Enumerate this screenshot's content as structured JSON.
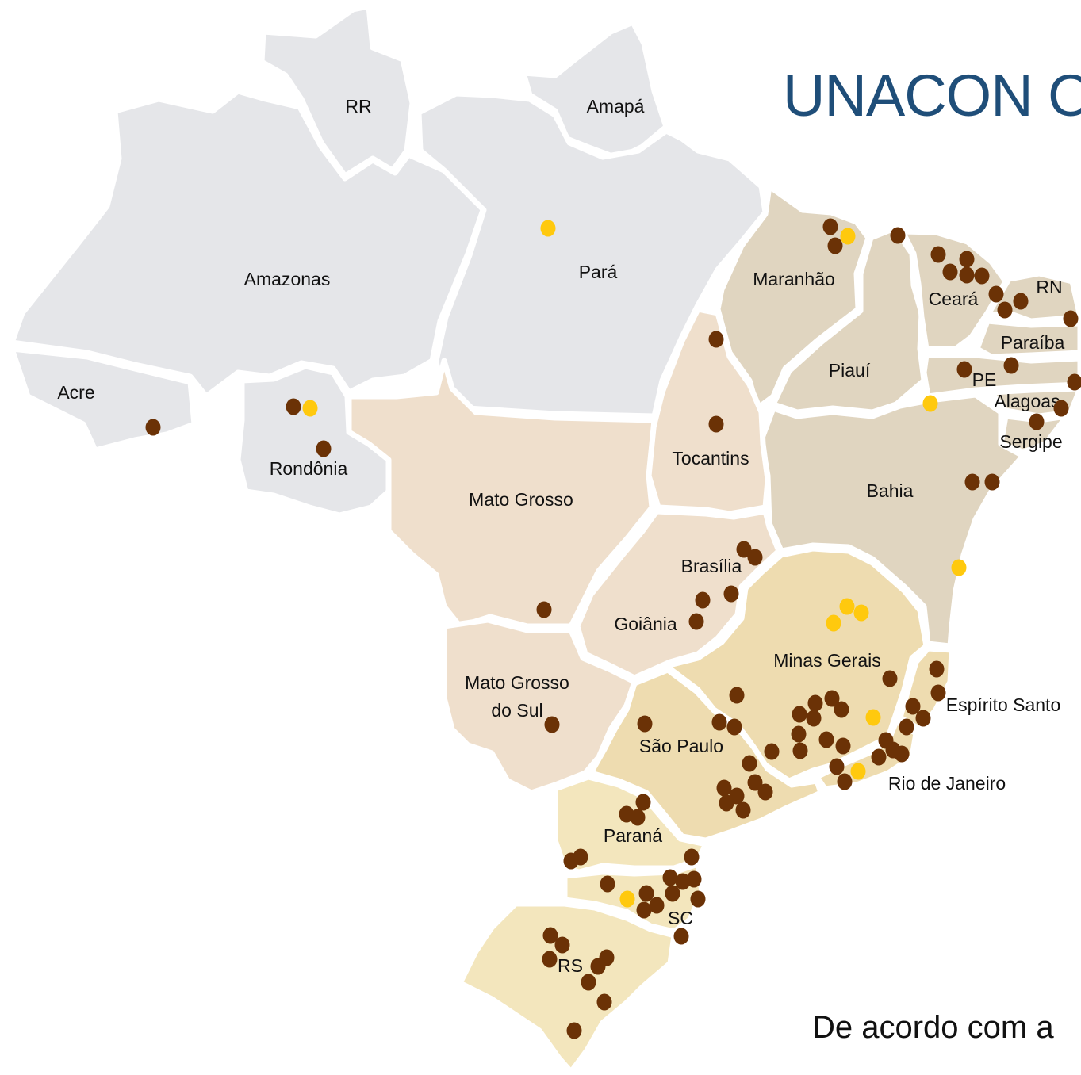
{
  "title": "UNACON O",
  "footer_text": "De acordo com a",
  "colors": {
    "region_north": "#e5e6e9",
    "region_northeast": "#e0d5c0",
    "region_center_west": "#efdfcc",
    "region_southeast": "#eedcb0",
    "region_south": "#f3e6bd",
    "marker_brown": "#6b3206",
    "marker_yellow": "#ffc90e",
    "title": "#1f4e79"
  },
  "labels": {
    "rr": "RR",
    "amapa": "Amapá",
    "amazonas": "Amazonas",
    "para": "Pará",
    "maranhao": "Maranhão",
    "ceara": "Ceará",
    "rn": "RN",
    "paraiba": "Paraíba",
    "piaui": "Piauí",
    "pe": "PE",
    "alagoas": "Alagoas",
    "sergipe": "Sergipe",
    "acre": "Acre",
    "rondonia": "Rondônia",
    "tocantins": "Tocantins",
    "bahia": "Bahia",
    "mato_grosso": "Mato Grosso",
    "brasilia": "Brasília",
    "goiania": "Goiânia",
    "minas_gerais": "Minas Gerais",
    "mato_grosso_do_sul_1": "Mato Grosso",
    "mato_grosso_do_sul_2": "do Sul",
    "espirito_santo": "Espírito Santo",
    "sao_paulo": "São Paulo",
    "rio_de_janeiro": "Rio de Janeiro",
    "parana": "Paraná",
    "sc": "SC",
    "rs": "RS"
  },
  "markers": [
    {
      "type": "yellow",
      "lon": 691,
      "lat": 288
    },
    {
      "type": "brown",
      "lon": 1047,
      "lat": 286
    },
    {
      "type": "yellow",
      "lon": 1069,
      "lat": 298
    },
    {
      "type": "brown",
      "lon": 1053,
      "lat": 310
    },
    {
      "type": "brown",
      "lon": 1132,
      "lat": 297
    },
    {
      "type": "brown",
      "lon": 1183,
      "lat": 321
    },
    {
      "type": "brown",
      "lon": 1219,
      "lat": 327
    },
    {
      "type": "brown",
      "lon": 1198,
      "lat": 343
    },
    {
      "type": "brown",
      "lon": 1219,
      "lat": 347
    },
    {
      "type": "brown",
      "lon": 1238,
      "lat": 348
    },
    {
      "type": "brown",
      "lon": 1256,
      "lat": 371
    },
    {
      "type": "brown",
      "lon": 1287,
      "lat": 380
    },
    {
      "type": "brown",
      "lon": 1267,
      "lat": 391
    },
    {
      "type": "brown",
      "lon": 1350,
      "lat": 402
    },
    {
      "type": "brown",
      "lon": 903,
      "lat": 428
    },
    {
      "type": "brown",
      "lon": 1216,
      "lat": 466
    },
    {
      "type": "brown",
      "lon": 1275,
      "lat": 461
    },
    {
      "type": "brown",
      "lon": 1355,
      "lat": 482
    },
    {
      "type": "yellow",
      "lon": 1173,
      "lat": 509
    },
    {
      "type": "brown",
      "lon": 1338,
      "lat": 515
    },
    {
      "type": "brown",
      "lon": 1307,
      "lat": 532
    },
    {
      "type": "brown",
      "lon": 193,
      "lat": 539
    },
    {
      "type": "brown",
      "lon": 370,
      "lat": 513
    },
    {
      "type": "yellow",
      "lon": 391,
      "lat": 515
    },
    {
      "type": "brown",
      "lon": 408,
      "lat": 566
    },
    {
      "type": "brown",
      "lon": 903,
      "lat": 535
    },
    {
      "type": "brown",
      "lon": 1226,
      "lat": 608
    },
    {
      "type": "brown",
      "lon": 1251,
      "lat": 608
    },
    {
      "type": "brown",
      "lon": 938,
      "lat": 693
    },
    {
      "type": "brown",
      "lon": 952,
      "lat": 703
    },
    {
      "type": "yellow",
      "lon": 1209,
      "lat": 716
    },
    {
      "type": "brown",
      "lon": 922,
      "lat": 749
    },
    {
      "type": "brown",
      "lon": 886,
      "lat": 757
    },
    {
      "type": "brown",
      "lon": 878,
      "lat": 784
    },
    {
      "type": "brown",
      "lon": 686,
      "lat": 769
    },
    {
      "type": "yellow",
      "lon": 1068,
      "lat": 765
    },
    {
      "type": "yellow",
      "lon": 1086,
      "lat": 773
    },
    {
      "type": "yellow",
      "lon": 1051,
      "lat": 786
    },
    {
      "type": "brown",
      "lon": 1181,
      "lat": 844
    },
    {
      "type": "brown",
      "lon": 1122,
      "lat": 856
    },
    {
      "type": "brown",
      "lon": 1183,
      "lat": 874
    },
    {
      "type": "brown",
      "lon": 929,
      "lat": 877
    },
    {
      "type": "brown",
      "lon": 1028,
      "lat": 887
    },
    {
      "type": "brown",
      "lon": 1049,
      "lat": 881
    },
    {
      "type": "brown",
      "lon": 1061,
      "lat": 895
    },
    {
      "type": "brown",
      "lon": 1151,
      "lat": 891
    },
    {
      "type": "brown",
      "lon": 1164,
      "lat": 906
    },
    {
      "type": "brown",
      "lon": 1008,
      "lat": 901
    },
    {
      "type": "brown",
      "lon": 1026,
      "lat": 906
    },
    {
      "type": "yellow",
      "lon": 1101,
      "lat": 905
    },
    {
      "type": "brown",
      "lon": 813,
      "lat": 913
    },
    {
      "type": "brown",
      "lon": 907,
      "lat": 911
    },
    {
      "type": "brown",
      "lon": 926,
      "lat": 917
    },
    {
      "type": "brown",
      "lon": 1143,
      "lat": 917
    },
    {
      "type": "brown",
      "lon": 1007,
      "lat": 926
    },
    {
      "type": "brown",
      "lon": 1042,
      "lat": 933
    },
    {
      "type": "brown",
      "lon": 1063,
      "lat": 941
    },
    {
      "type": "brown",
      "lon": 1117,
      "lat": 934
    },
    {
      "type": "brown",
      "lon": 1126,
      "lat": 946
    },
    {
      "type": "brown",
      "lon": 1108,
      "lat": 955
    },
    {
      "type": "brown",
      "lon": 1137,
      "lat": 951
    },
    {
      "type": "brown",
      "lon": 973,
      "lat": 948
    },
    {
      "type": "brown",
      "lon": 1009,
      "lat": 947
    },
    {
      "type": "brown",
      "lon": 945,
      "lat": 963
    },
    {
      "type": "brown",
      "lon": 1055,
      "lat": 967
    },
    {
      "type": "yellow",
      "lon": 1082,
      "lat": 973
    },
    {
      "type": "brown",
      "lon": 1065,
      "lat": 986
    },
    {
      "type": "brown",
      "lon": 952,
      "lat": 987
    },
    {
      "type": "brown",
      "lon": 965,
      "lat": 999
    },
    {
      "type": "brown",
      "lon": 913,
      "lat": 994
    },
    {
      "type": "brown",
      "lon": 929,
      "lat": 1004
    },
    {
      "type": "brown",
      "lon": 916,
      "lat": 1013
    },
    {
      "type": "brown",
      "lon": 937,
      "lat": 1022
    },
    {
      "type": "brown",
      "lon": 811,
      "lat": 1012
    },
    {
      "type": "brown",
      "lon": 790,
      "lat": 1027
    },
    {
      "type": "brown",
      "lon": 804,
      "lat": 1031
    },
    {
      "type": "brown",
      "lon": 732,
      "lat": 1081
    },
    {
      "type": "brown",
      "lon": 720,
      "lat": 1086
    },
    {
      "type": "brown",
      "lon": 872,
      "lat": 1081
    },
    {
      "type": "brown",
      "lon": 766,
      "lat": 1115
    },
    {
      "type": "brown",
      "lon": 845,
      "lat": 1107
    },
    {
      "type": "brown",
      "lon": 861,
      "lat": 1112
    },
    {
      "type": "brown",
      "lon": 875,
      "lat": 1109
    },
    {
      "type": "brown",
      "lon": 815,
      "lat": 1127
    },
    {
      "type": "brown",
      "lon": 848,
      "lat": 1127
    },
    {
      "type": "yellow",
      "lon": 791,
      "lat": 1134
    },
    {
      "type": "brown",
      "lon": 880,
      "lat": 1134
    },
    {
      "type": "brown",
      "lon": 828,
      "lat": 1142
    },
    {
      "type": "brown",
      "lon": 812,
      "lat": 1148
    },
    {
      "type": "brown",
      "lon": 859,
      "lat": 1181
    },
    {
      "type": "brown",
      "lon": 694,
      "lat": 1180
    },
    {
      "type": "brown",
      "lon": 709,
      "lat": 1192
    },
    {
      "type": "brown",
      "lon": 693,
      "lat": 1210
    },
    {
      "type": "brown",
      "lon": 765,
      "lat": 1208
    },
    {
      "type": "brown",
      "lon": 754,
      "lat": 1219
    },
    {
      "type": "brown",
      "lon": 742,
      "lat": 1239
    },
    {
      "type": "brown",
      "lon": 762,
      "lat": 1264
    },
    {
      "type": "brown",
      "lon": 724,
      "lat": 1300
    },
    {
      "type": "brown",
      "lon": 696,
      "lat": 914
    }
  ]
}
